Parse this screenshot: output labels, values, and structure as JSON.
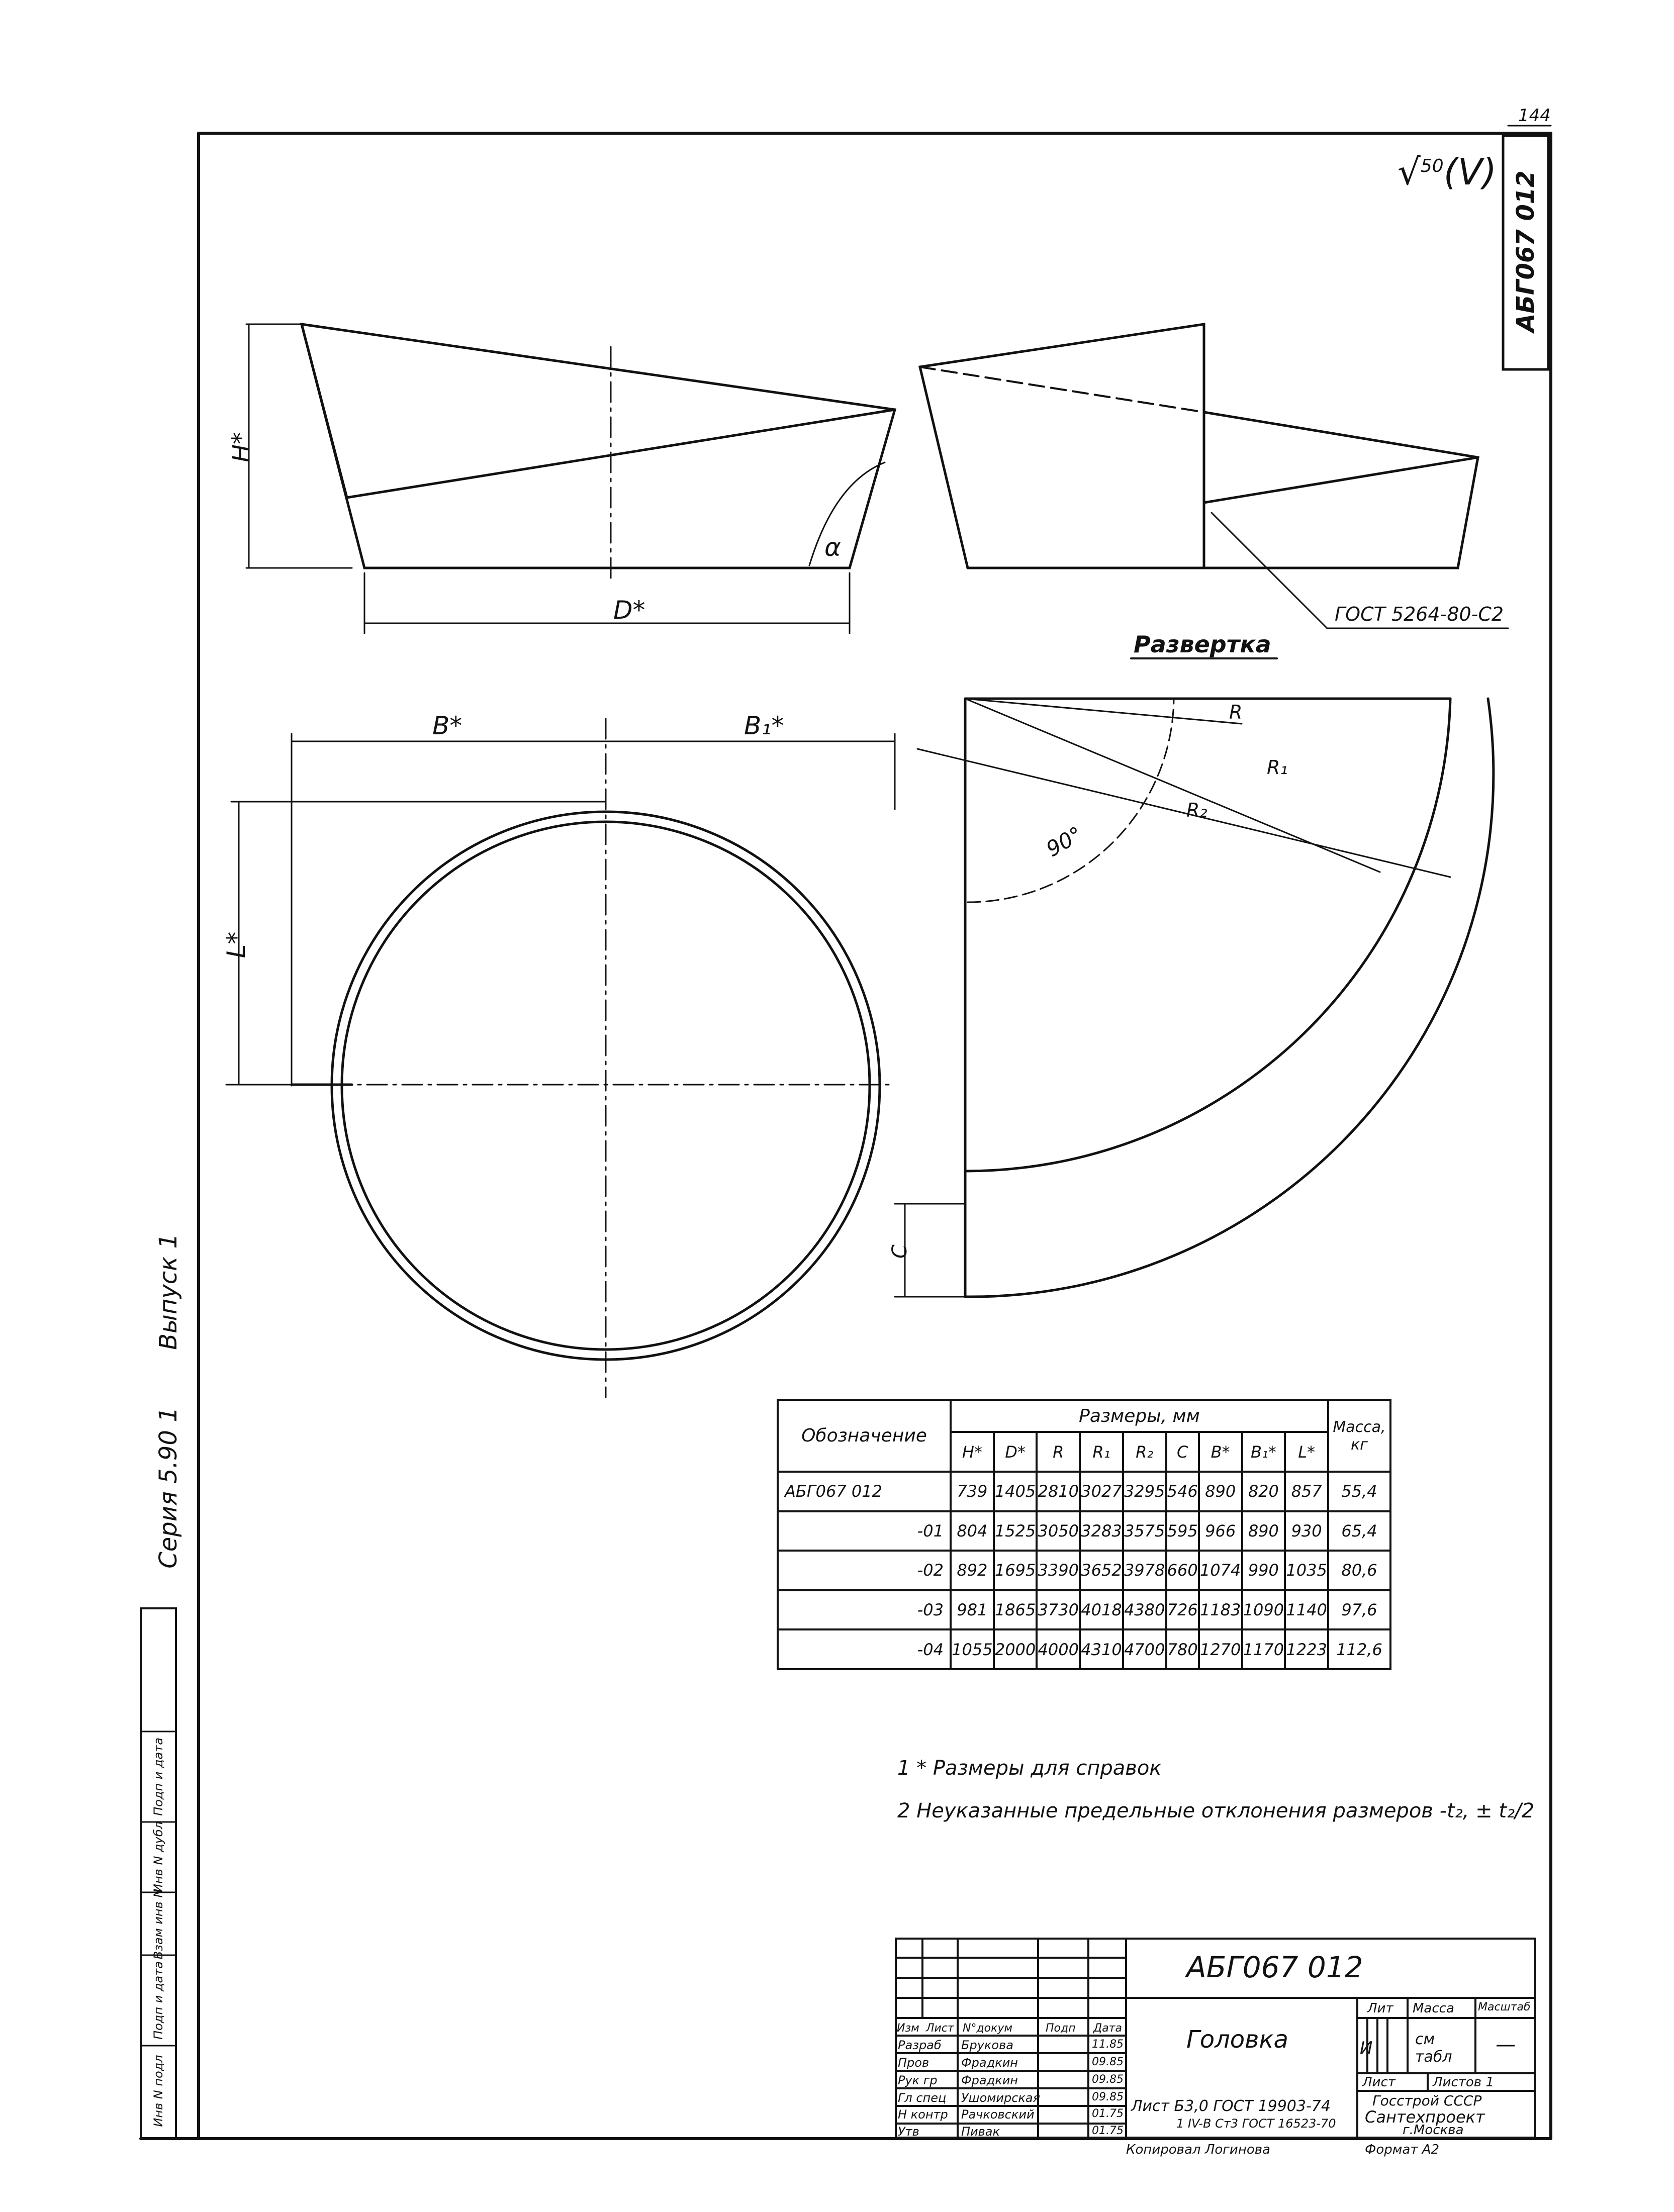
{
  "sheet": {
    "number": "144",
    "roughness_mark": "50",
    "roughness_suffix": "(V)",
    "code_vertical": "АБГ067 012"
  },
  "views": {
    "dim_H": "H*",
    "dim_D": "D*",
    "angle_label": "α",
    "dim_B": "B*",
    "dim_B1": "B₁*",
    "dim_L": "L*",
    "weld_callout": "ГОСТ 5264-80-С2",
    "development_title": "Развертка",
    "radius_R": "R",
    "radius_R1": "R₁",
    "radius_R2": "R₂",
    "angle_90": "90°",
    "dim_C": "C"
  },
  "side_labels": {
    "series": "Серия 5.90 1",
    "issue": "Выпуск 1"
  },
  "table": {
    "header_designation": "Обозначение",
    "header_dimensions": "Размеры, мм",
    "header_mass": "Масса, кг",
    "columns": [
      "H*",
      "D*",
      "R",
      "R₁",
      "R₂",
      "C",
      "B*",
      "B₁*",
      "L*"
    ],
    "rows": [
      {
        "designation": "АБГ067 012",
        "values": [
          "739",
          "1405",
          "2810",
          "3027",
          "3295",
          "546",
          "890",
          "820",
          "857"
        ],
        "mass": "55,4"
      },
      {
        "designation": "-01",
        "values": [
          "804",
          "1525",
          "3050",
          "3283",
          "3575",
          "595",
          "966",
          "890",
          "930"
        ],
        "mass": "65,4"
      },
      {
        "designation": "-02",
        "values": [
          "892",
          "1695",
          "3390",
          "3652",
          "3978",
          "660",
          "1074",
          "990",
          "1035"
        ],
        "mass": "80,6"
      },
      {
        "designation": "-03",
        "values": [
          "981",
          "1865",
          "3730",
          "4018",
          "4380",
          "726",
          "1183",
          "1090",
          "1140"
        ],
        "mass": "97,6"
      },
      {
        "designation": "-04",
        "values": [
          "1055",
          "2000",
          "4000",
          "4310",
          "4700",
          "780",
          "1270",
          "1170",
          "1223"
        ],
        "mass": "112,6"
      }
    ]
  },
  "notes": {
    "note1": "1 * Размеры для справок",
    "note2": "2 Неуказанные предельные отклонения размеров -t₂, ± t₂/2"
  },
  "title_block": {
    "code": "АБГ067 012",
    "part_name": "Головка",
    "col_headers": [
      "Изм",
      "Лист",
      "N°докум",
      "Подп",
      "Дата"
    ],
    "roles": [
      "Разраб",
      "Пров",
      "Рук гр",
      "Гл спец",
      "Н контр",
      "Утв"
    ],
    "names": [
      "Брукова",
      "Фрадкин",
      "Фрадкин",
      "Ушомирская",
      "Рачковский",
      "Пивак"
    ],
    "dates": [
      "11.85",
      "09.85",
      "09.85",
      "09.85",
      "01.75",
      "01.75"
    ],
    "lit_header": "Лит",
    "mass_header": "Масса",
    "scale_header": "Масштаб",
    "lit_value": "И",
    "mass_value": "см табл",
    "scale_value": "—",
    "sheet_label": "Лист",
    "sheets_label": "Листов 1",
    "material_line1": "Лист Б3,0 ГОСТ 19903-74",
    "material_line2": "1 IV-В Ст3 ГОСТ 16523-70",
    "org1": "Госстрой СССР",
    "org2": "Сантехпроект",
    "org3": "г.Москва",
    "copied": "Копировал Логинова",
    "format": "Формат А2"
  },
  "left_stamp": [
    "Инв N подл",
    "Подп и дата",
    "Взам инв N",
    "Инв N дубл",
    "Подп и дата"
  ]
}
